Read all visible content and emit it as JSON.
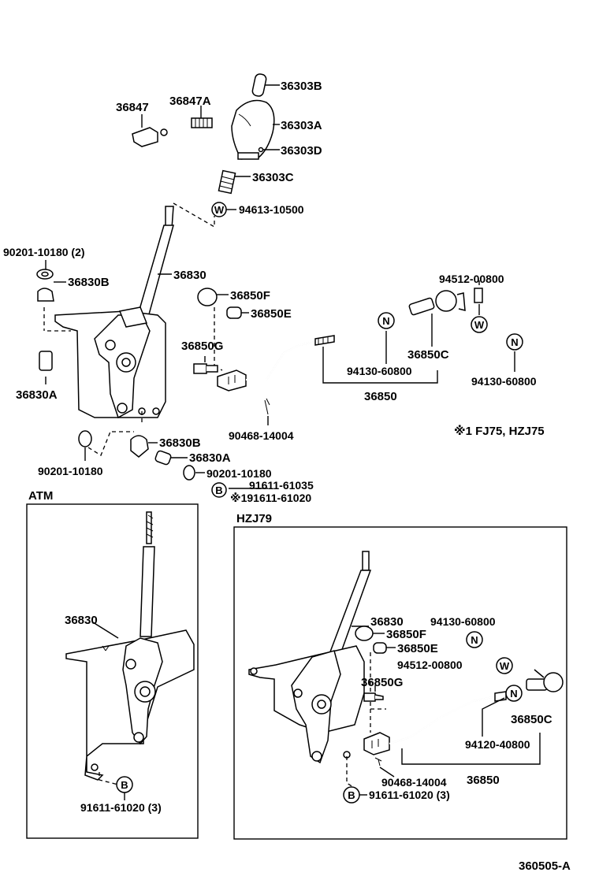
{
  "labels": {
    "p36847": "36847",
    "p36847A": "36847A",
    "p36303B": "36303B",
    "p36303A": "36303A",
    "p36303D": "36303D",
    "p36303C": "36303C",
    "p94613": "94613-10500",
    "p90201_2": "90201-10180 (2)",
    "p36830B_top": "36830B",
    "p36830_top": "36830",
    "p36850F_top": "36850F",
    "p36850E_top": "36850E",
    "p36850G_top": "36850G",
    "p36830A_left": "36830A",
    "p94512_top": "94512-00800",
    "p36850C_top": "36850C",
    "p94130_mid": "94130-60800",
    "p94130_right": "94130-60800",
    "p36850_top": "36850",
    "p90468_top": "90468-14004",
    "note_fj": "※1 FJ75, HZJ75",
    "p90201_low": "90201-10180",
    "p36830B_low": "36830B",
    "p36830A_low": "36830A",
    "p90201_b": "90201-10180",
    "p91611_a": "91611-61035",
    "p91611_b": "※191611-61020",
    "atm_title": "ATM",
    "atm_36830": "36830",
    "atm_91611": "91611-61020 (3)",
    "hzj_title": "HZJ79",
    "hzj_36830": "36830",
    "hzj_94130": "94130-60800",
    "hzj_36850F": "36850F",
    "hzj_36850E": "36850E",
    "hzj_94512": "94512-00800",
    "hzj_36850G": "36850G",
    "hzj_36850C": "36850C",
    "hzj_94120": "94120-40800",
    "hzj_36850": "36850",
    "hzj_90468": "90468-14004",
    "hzj_91611": "91611-61020 (3)",
    "diagram_id": "360505-A"
  },
  "symbols": {
    "washer": "W",
    "nut": "N",
    "bolt": "B"
  }
}
